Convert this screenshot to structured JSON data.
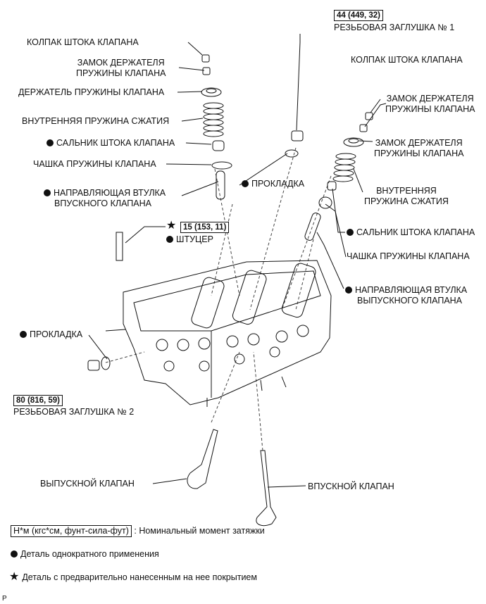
{
  "labels": {
    "l_cap": "КОЛПАК ШТОКА КЛАПАНА",
    "l_lock_1": "ЗАМОК ДЕРЖАТЕЛЯ",
    "l_lock_2": "ПРУЖИНЫ КЛАПАНА",
    "l_retainer": "ДЕРЖАТЕЛЬ ПРУЖИНЫ КЛАПАНА",
    "l_spring": "ВНУТРЕННЯЯ ПРУЖИНА СЖАТИЯ",
    "l_seal": "САЛЬНИК ШТОКА КЛАПАНА",
    "l_seat": "ЧАШКА ПРУЖИНЫ КЛАПАНА",
    "l_guide_1": "НАПРАВЛЯЮЩАЯ ВТУЛКА",
    "l_guide_2": "ВПУСКНОГО КЛАПАНА",
    "stud": "ШТУЦЕР",
    "stud_torque": "15 (153, 11)",
    "l_gasket": "ПРОКЛАДКА",
    "plug2_torque": "80 (816, 59)",
    "plug2": "РЕЗЬБОВАЯ ЗАГЛУШКА № 2",
    "plug1_torque": "44 (449, 32)",
    "plug1": "РЕЗЬБОВАЯ ЗАГЛУШКА № 1",
    "c_gasket": "ПРОКЛАДКА",
    "r_cap": "КОЛПАК ШТОКА КЛАПАНА",
    "r_lock_1": "ЗАМОК ДЕРЖАТЕЛЯ",
    "r_lock_2": "ПРУЖИНЫ КЛАПАНА",
    "r_lock2_1": "ЗАМОК ДЕРЖАТЕЛЯ",
    "r_lock2_2": "ПРУЖИНЫ КЛАПАНА",
    "r_spring_1": "ВНУТРЕННЯЯ",
    "r_spring_2": "ПРУЖИНА СЖАТИЯ",
    "r_seal": "САЛЬНИК ШТОКА КЛАПАНА",
    "r_seat": "ЧАШКА ПРУЖИНЫ КЛАПАНА",
    "r_guide_1": "НАПРАВЛЯЮЩАЯ ВТУЛКА",
    "r_guide_2": "ВЫПУСКНОГО КЛАПАНА",
    "exhaust_valve": "ВЫПУСКНОЙ КЛАПАН",
    "intake_valve": "ВПУСКНОЙ КЛАПАН"
  },
  "legend": {
    "units": "Н*м (кгс*см, фунт-сила-фут)",
    "units_desc": ": Номинальный момент затяжки",
    "one_time": "Деталь однократного применения",
    "precoated": "Деталь с предварительно нанесенным на нее покрытием"
  },
  "corner_mark": "P",
  "icons": {
    "one_time": "filled-circle",
    "precoated": "black-star"
  }
}
